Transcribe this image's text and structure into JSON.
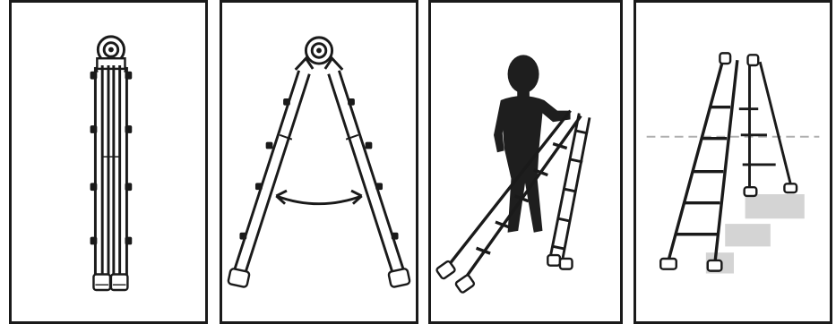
{
  "panels": [
    {
      "id": "folded",
      "illustration": "ladder-folded-closed"
    },
    {
      "id": "unfold",
      "illustration": "ladder-hinge-opening",
      "icon": "double-arrow-icon"
    },
    {
      "id": "carry",
      "illustration": "person-silhouette-walking-ladder"
    },
    {
      "id": "stairs",
      "illustration": "ladder-on-staircase",
      "guide": "dashed-level-line"
    }
  ],
  "colors": {
    "line": "#1a1a1a",
    "silhouette": "#1e1e1e",
    "stair": "#d4d4d4",
    "dashed": "#b0b0b0",
    "background": "#ffffff"
  }
}
